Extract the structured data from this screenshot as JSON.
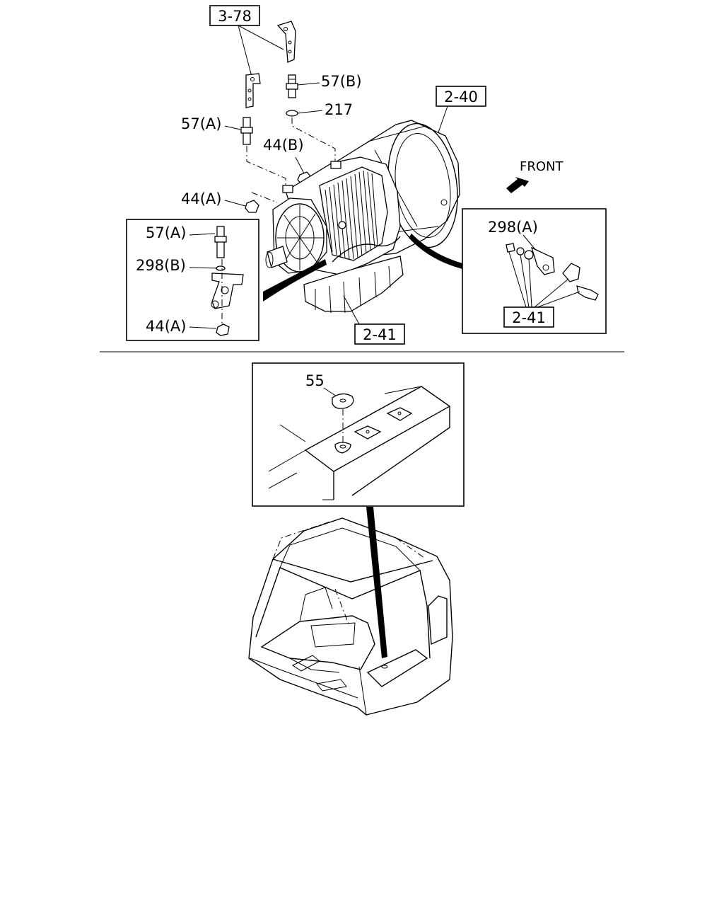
{
  "callouts": {
    "ref_3_78": "3-78",
    "ref_2_40": "2-40",
    "ref_2_41_main": "2-41",
    "ref_2_41_inset": "2-41",
    "p57b": "57(B)",
    "p217": "217",
    "p57a": "57(A)",
    "p44b": "44(B)",
    "p44a": "44(A)",
    "front": "FRONT"
  },
  "left_inset": {
    "p57a": "57(A)",
    "p298b": "298(B)",
    "p44a": "44(A)"
  },
  "right_inset": {
    "p298a": "298(A)"
  },
  "cab_inset": {
    "p55": "55"
  },
  "icons": [
    "front-arrow-icon"
  ]
}
